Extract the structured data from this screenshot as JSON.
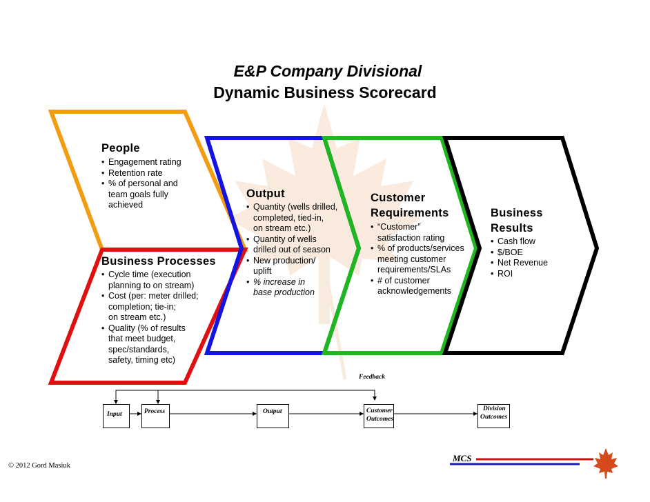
{
  "title": {
    "line1": "E&P Company Divisional",
    "line2": "Dynamic Business Scorecard"
  },
  "colors": {
    "people": "#F39C12",
    "processes": "#E01010",
    "output": "#1414E0",
    "customer": "#1EB81E",
    "results": "#000000",
    "leaf": "#E8A36B",
    "mcs_red": "#CC1111",
    "mcs_blue": "#1A1AB0"
  },
  "people": {
    "heading": "People",
    "items": [
      "Engagement rating",
      "Retention rate",
      "% of personal and\nteam goals fully\nachieved"
    ]
  },
  "processes": {
    "heading": "Business Processes",
    "items": [
      "Cycle time (execution\nplanning to on stream)",
      "Cost (per: meter drilled;\ncompletion; tie-in;\non stream etc.)",
      "Quality (% of results\nthat meet budget,\nspec/standards,\nsafety, timing etc)"
    ]
  },
  "output": {
    "heading": "Output",
    "items": [
      "Quantity (wells drilled,\ncompleted, tied-in,\non stream etc.)",
      "Quantity of wells\ndrilled out of season",
      "New production/\nuplift"
    ],
    "italic_item": "% increase in\nbase production"
  },
  "customer": {
    "heading_line1": "Customer",
    "heading_line2": "Requirements",
    "items": [
      "“Customer”\nsatisfaction rating",
      "% of products/services\nmeeting customer\nrequirements/SLAs",
      "# of customer\nacknowledgements"
    ]
  },
  "results": {
    "heading_line1": "Business",
    "heading_line2": "Results",
    "items": [
      "Cash flow",
      "$/BOE",
      "Net Revenue",
      "ROI"
    ]
  },
  "flow": {
    "feedback": "Feedback",
    "input": "Input",
    "process": "Process",
    "output": "Output",
    "customer_line1": "Customer",
    "customer_line2": "Outcomes",
    "division_line1": "Division",
    "division_line2": "Outcomes"
  },
  "footer": {
    "copyright": "© 2012 Gord Masiuk",
    "logo": "MCS"
  },
  "icons": [
    "maple-leaf-watermark",
    "maple-leaf-icon"
  ]
}
